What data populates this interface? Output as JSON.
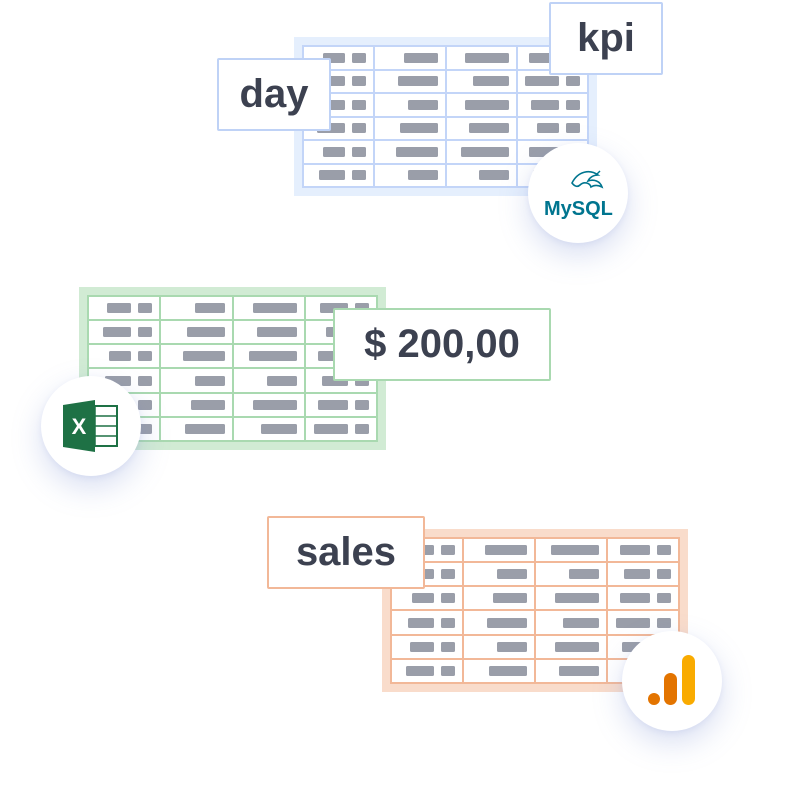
{
  "tags": {
    "day": "day",
    "kpi": "kpi",
    "amount": "$ 200,00",
    "sales": "sales"
  },
  "logos": {
    "mysql": {
      "text": "MySQL",
      "icon": "mysql-dolphin-logo"
    },
    "excel": {
      "text": "X",
      "icon": "excel-logo"
    },
    "analytics": {
      "icon": "google-analytics-logo"
    }
  },
  "colors": {
    "mysql_card": "#e5effd",
    "excel_card": "#d1ebd4",
    "analytics_card": "#f9dccb",
    "placeholder": "#9a9ea9",
    "excel_green": "#1e7145",
    "analytics_orange": "#f9ab00",
    "analytics_dark_orange": "#e37400",
    "mysql_blue": "#00758f",
    "mysql_orange": "#f29111"
  }
}
